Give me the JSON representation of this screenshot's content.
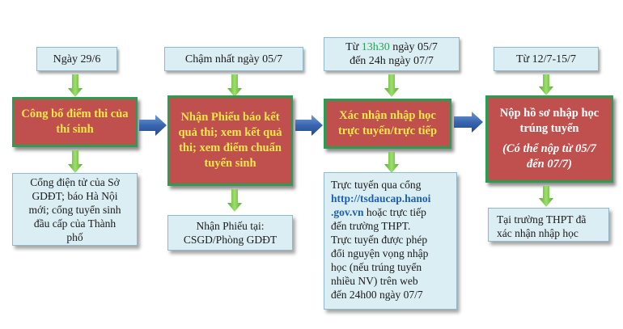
{
  "stages": [
    {
      "date": [
        "Ngày 29/6"
      ],
      "action": [
        "Công bố điểm thi của",
        "thí sinh"
      ],
      "note": [
        "Cổng điện tử của Sở",
        "GDĐT; báo Hà Nội",
        "mới; cổng tuyển sinh",
        "đầu cấp của Thành",
        "phố"
      ]
    },
    {
      "date": [
        "Chậm nhất ngày 05/7"
      ],
      "action": [
        "Nhận Phiếu báo kết",
        "quả thi; xem kết quả",
        "thi; xem điểm chuẩn",
        "tuyển sinh"
      ],
      "note": [
        "Nhận Phiếu tại:",
        "CSGD/Phòng GDĐT"
      ]
    },
    {
      "date_prefix": "Từ ",
      "date_accent": "13h30",
      "date_suffix": " ngày 05/7",
      "date_line2": "đến 24h ngày 07/7",
      "action": [
        "Xác nhận nhập học",
        "trực tuyến/trực tiếp"
      ],
      "note_intro": "Trực tuyến qua cổng",
      "note_link": [
        "http://tsdaucap.hanoi",
        ".gov.vn"
      ],
      "note_after_link": " hoặc trực tiếp",
      "note_rest": [
        "đến trường THPT.",
        "Trực tuyến được phép",
        "đổi nguyện vọng nhập",
        "học (nếu trúng tuyển",
        "nhiều NV) trên web",
        "đến 24h00 ngày 07/7"
      ]
    },
    {
      "date": [
        "Từ 12/7-15/7"
      ],
      "action": [
        "Nộp hồ sơ nhập học",
        "trúng tuyển"
      ],
      "action_sub": [
        "(Có thể nộp từ 05/7",
        "đến 07/7)"
      ],
      "note": [
        "Tại trường THPT đã",
        "xác nhận nhập học"
      ]
    }
  ],
  "colors": {
    "action_fill": "#c0504d",
    "action_border": "#2a9d52",
    "action_text": "#f5e84a",
    "date_fill": "#dbeef4",
    "arrow_green": "#7ac943",
    "arrow_blue": "#3f6fb8",
    "link": "#1f5fb0",
    "accent_time": "#2e9e57"
  }
}
